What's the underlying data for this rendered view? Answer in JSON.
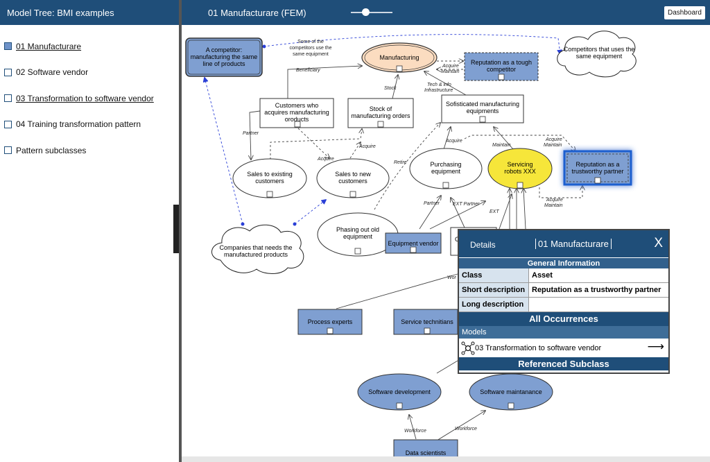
{
  "sidebar": {
    "title": "Model Tree: BMI examples",
    "items": [
      {
        "label": "01 Manufacturare"
      },
      {
        "label": "02 Software vendor"
      },
      {
        "label": "03 Transformation to software vendor"
      },
      {
        "label": "04 Training transformation pattern"
      },
      {
        "label": "Pattern subclasses"
      }
    ]
  },
  "header": {
    "diagram_title": "01 Manufacturare (FEM)",
    "dashboard_label": "Dashboard"
  },
  "zoom": {
    "level": 0.35
  },
  "diagram": {
    "nodes": {
      "competitor": "A competitor: manufacturing the same line of products",
      "competitors_cloud": "Competitors that uses the same equipment",
      "manufacturing": "Manufacturing",
      "reputation_tough": "Reputation as a tough competitor",
      "customers": "Customers who acquires manufacturing products",
      "stock": "Stock of manufacturing orders",
      "sofisticated": "Sofisticated manufacturing equipments",
      "sales_existing": "Sales to existing customers",
      "sales_new": "Sales to new customers",
      "purchasing": "Purchasing equipment",
      "servicing": "Servicing robots XXX",
      "reputation_trust": "Reputation as a trustworthy partner",
      "phasing": "Phasing out old equipment",
      "equipment_vendor": "Equipment vendor",
      "companies_cloud": "Companies that needs the manufactured products",
      "process_experts": "Process experts",
      "service_tech": "Service technitians",
      "software_dev": "Software development",
      "software_maint": "Software maintanance",
      "data_scientists": "Data scientists",
      "partial_c": "C"
    },
    "labels": {
      "some_comp": "Some of the competitors use the same equipment",
      "beneficiary": "Beneficiary",
      "acquire_maintain_1": "Acquire Maintain",
      "tech_info": "Tech & info Infrastructure",
      "stock_lbl": "Stock",
      "partner_1": "Partner",
      "acquire_1": "Acquire",
      "acquire_2": "Acquire",
      "retire": "Retire",
      "acquire_3": "Acquire",
      "maintain": "Maintain",
      "acquire_maintain_2": "Acquire Maintain",
      "acquire_maintain_3": "Acquire Maintain",
      "partner_2": "Partner",
      "ext_partner": "EXT Partner",
      "ext": "EXT",
      "wor": "Wor",
      "workforce_1": "Workforce",
      "workforce_2": "Workforce"
    }
  },
  "details": {
    "title": "Details",
    "model_name": "01 Manufacturare",
    "close_label": "X",
    "general_info": "General Information",
    "rows": [
      {
        "key": "Class",
        "value": "Asset"
      },
      {
        "key": "Short description",
        "value": "Reputation as a trustworthy partner"
      },
      {
        "key": "Long description",
        "value": ""
      }
    ],
    "all_occurrences": "All Occurrences",
    "models_label": "Models",
    "model_entry": "03 Transformation to software vendor",
    "referenced_subclass": "Referenced Subclass"
  }
}
